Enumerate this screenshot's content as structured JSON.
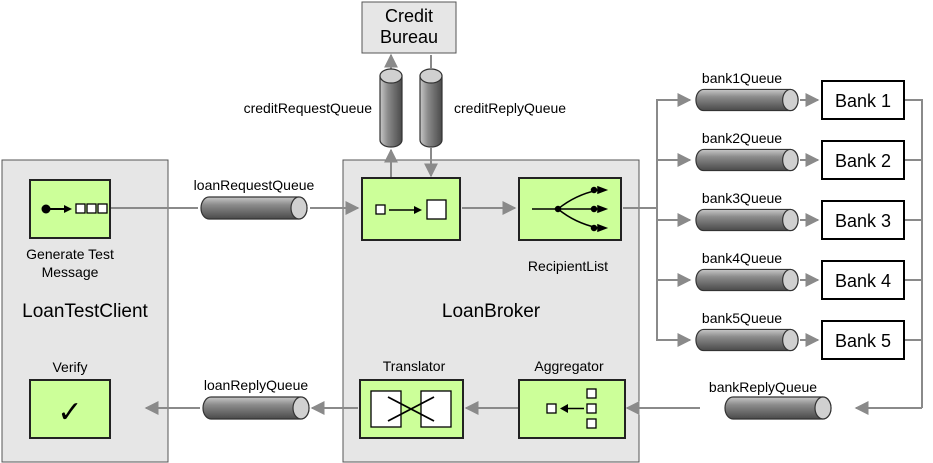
{
  "containers": {
    "client": "LoanTestClient",
    "broker": "LoanBroker"
  },
  "components": {
    "generate": "Generate Test\nMessage",
    "verify": "Verify",
    "recipient_list": "RecipientList",
    "translator": "Translator",
    "aggregator": "Aggregator",
    "verify_mark": "✓"
  },
  "credit_bureau": "Credit\nBureau",
  "queues": {
    "loan_request": "loanRequestQueue",
    "loan_reply": "loanReplyQueue",
    "credit_request": "creditRequestQueue",
    "credit_reply": "creditReplyQueue",
    "bank_reply": "bankReplyQueue"
  },
  "banks": [
    {
      "queue": "bank1Queue",
      "name": "Bank 1"
    },
    {
      "queue": "bank2Queue",
      "name": "Bank 2"
    },
    {
      "queue": "bank3Queue",
      "name": "Bank 3"
    },
    {
      "queue": "bank4Queue",
      "name": "Bank 4"
    },
    {
      "queue": "bank5Queue",
      "name": "Bank 5"
    }
  ],
  "colors": {
    "container_fill": "#e6e6e6",
    "component_fill": "#ccff99",
    "wire": "#8a8a8a"
  }
}
